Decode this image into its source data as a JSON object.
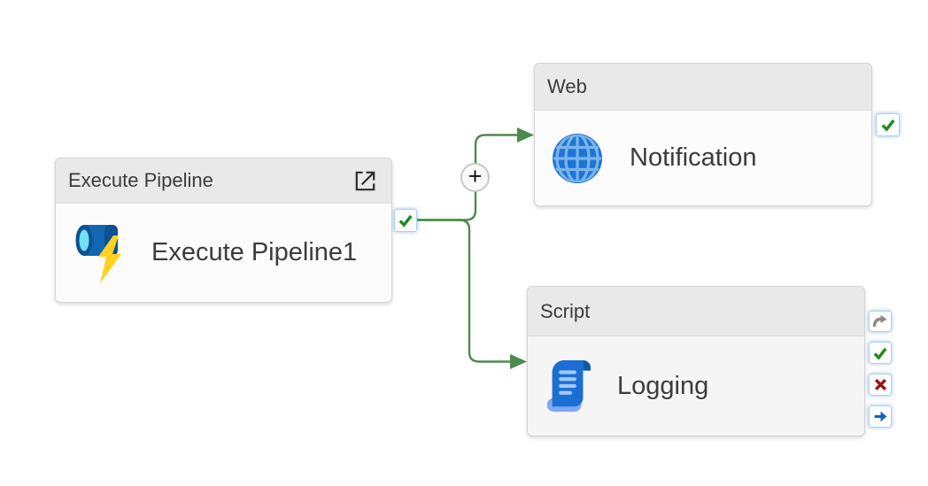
{
  "canvas": {
    "background": "#ffffff"
  },
  "nodes": [
    {
      "type_label": "Execute Pipeline",
      "name": "Execute Pipeline1",
      "icon": "execute-pipeline-icon",
      "header_icon": "open-pipeline-icon",
      "ports": [
        "success"
      ]
    },
    {
      "type_label": "Web",
      "name": "Notification",
      "icon": "globe-icon",
      "ports": [
        "success"
      ]
    },
    {
      "type_label": "Script",
      "name": "Logging",
      "icon": "scroll-icon",
      "ports": [
        "skip",
        "success",
        "failure",
        "completion"
      ]
    }
  ],
  "connector": {
    "add_label": "+",
    "source": "Execute Pipeline1",
    "source_port": "success",
    "targets": [
      "Notification",
      "Logging"
    ]
  },
  "colors": {
    "node_header_bg": "#e9e9e9",
    "node_border": "#d4d4d4",
    "text": "#3c3c3c",
    "connector_green": "#4d8a4d",
    "success_green": "#1d8c1d",
    "failure_red": "#9e1111",
    "completion_blue": "#1665c1",
    "skip_gray": "#8a8a8a",
    "badge_border": "#a9d1f2",
    "activity_blue": "#1b72d4"
  }
}
